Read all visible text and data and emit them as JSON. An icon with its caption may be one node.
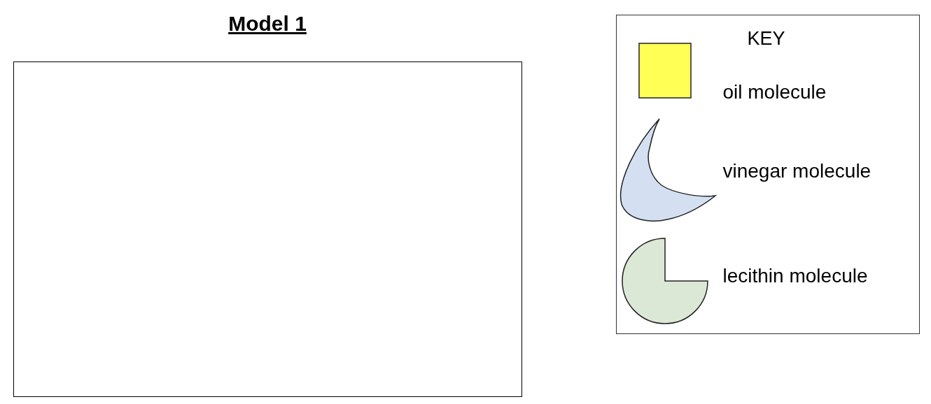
{
  "diagram": {
    "title": "Model 1",
    "labels": [
      "KEY"
    ],
    "legend": [
      {
        "text": "oil molecule"
      },
      {
        "text": "vinegar molecule"
      },
      {
        "text": "lecithin molecule"
      }
    ]
  }
}
